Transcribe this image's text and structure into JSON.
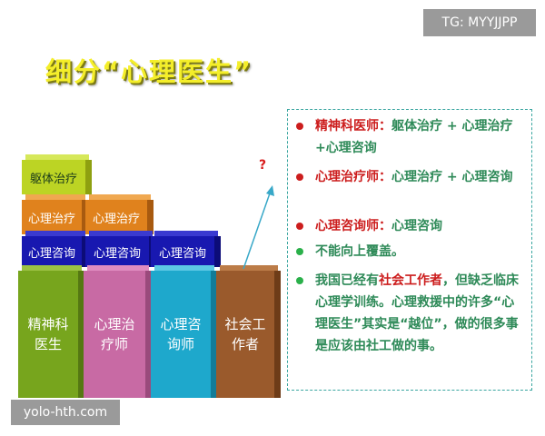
{
  "watermarks": {
    "top": "TG: MYYJJPP",
    "bottom": "yolo-hth.com"
  },
  "title": "细分“心理医生”",
  "blocks": {
    "quti": "躯体治疗",
    "xlzl1": "心理治疗",
    "xlzl2": "心理治疗",
    "xlzx1": "心理咨询",
    "xlzx2": "心理咨询",
    "xlzx3": "心理咨询"
  },
  "bases": {
    "psychiatrist": "精神科医生",
    "therapist": "心理治疗师",
    "counselor": "心理咨询师",
    "social_worker": "社会工作者"
  },
  "question_mark": "?",
  "panel": {
    "item1_red": "精神科医师：",
    "item1_green": "躯体治疗 + 心理治疗+心理咨询",
    "item2_red": "心理治疗师：",
    "item2_green": "心理治疗 + 心理咨询",
    "item3_red": "心理咨询师：",
    "item3_green": "心理咨询",
    "item4": "不能向上覆盖。",
    "item5_a": "我国已经有",
    "item5_red": "社会工作者",
    "item5_b": "，但缺乏临床心理学训练。心理救援中的许多“心理医生”其实是“越位”，做的很多事是应该由社工做的事。"
  },
  "colors": {
    "green_base": "#77a51d",
    "pink_base": "#c86aa4",
    "teal_base": "#1ea8cc",
    "brown_base": "#9a5a2c",
    "navy": "#1818b0",
    "orange": "#e0821d",
    "yellow_green": "#bcd424",
    "text_green": "#2e8a58",
    "text_red": "#cc1d1d"
  }
}
